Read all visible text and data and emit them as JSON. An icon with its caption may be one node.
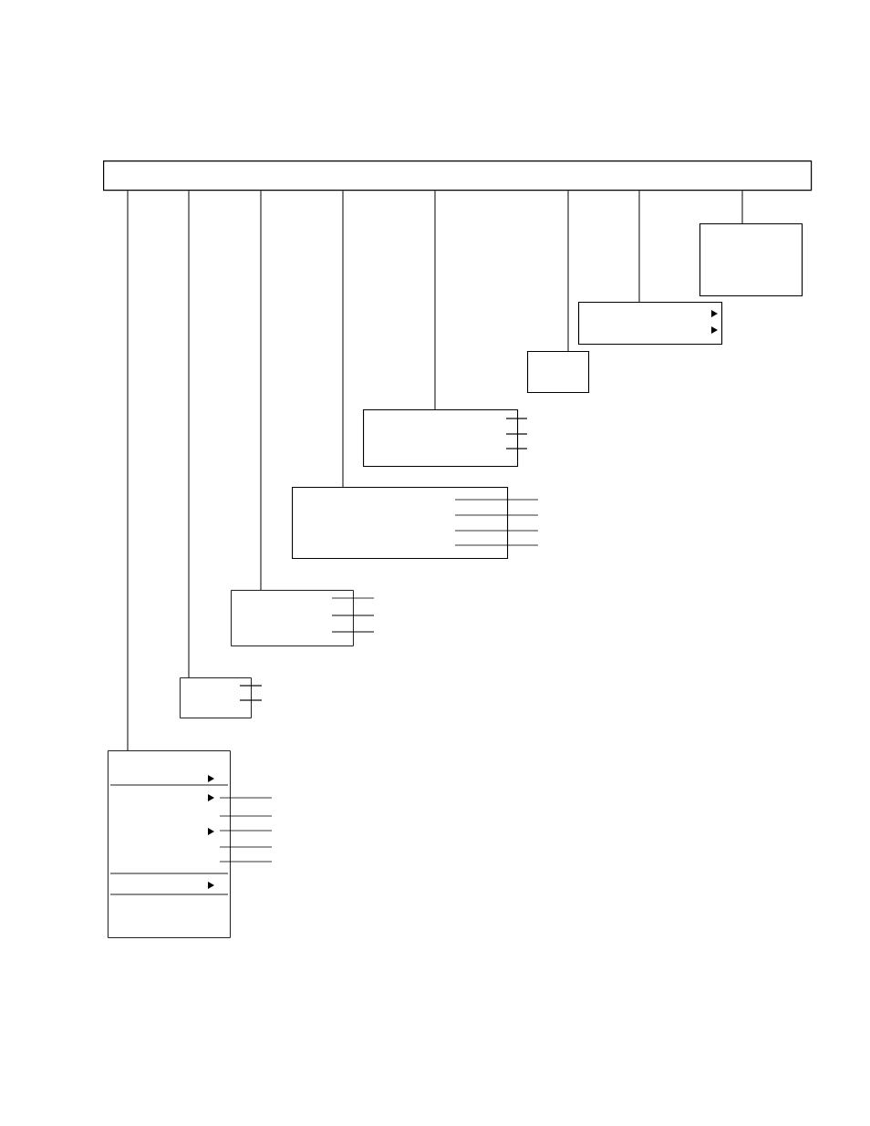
{
  "diagram": {
    "nodes": [
      {
        "text": [],
        "shape": "box"
      },
      {
        "text": [],
        "shape": "box"
      },
      {
        "text": [],
        "shape": "box"
      },
      {
        "text": [],
        "shape": "box"
      },
      {
        "text": [],
        "shape": "box"
      },
      {
        "text": [],
        "shape": "box"
      },
      {
        "text": [],
        "shape": "box"
      },
      {
        "text": [],
        "shape": "box"
      },
      {
        "text": [],
        "shape": "box"
      }
    ],
    "edges": [
      {
        "from": 0,
        "to": 1,
        "arrow": "none"
      },
      {
        "from": 0,
        "to": 2,
        "arrow": "none"
      },
      {
        "from": 0,
        "to": 3,
        "arrow": "none"
      },
      {
        "from": 0,
        "to": 4,
        "arrow": "none"
      },
      {
        "from": 0,
        "to": 5,
        "arrow": "none"
      },
      {
        "from": 0,
        "to": 6,
        "arrow": "none"
      },
      {
        "from": 0,
        "to": 7,
        "arrow": "none"
      },
      {
        "from": 0,
        "to": 8,
        "arrow": "none"
      }
    ]
  }
}
